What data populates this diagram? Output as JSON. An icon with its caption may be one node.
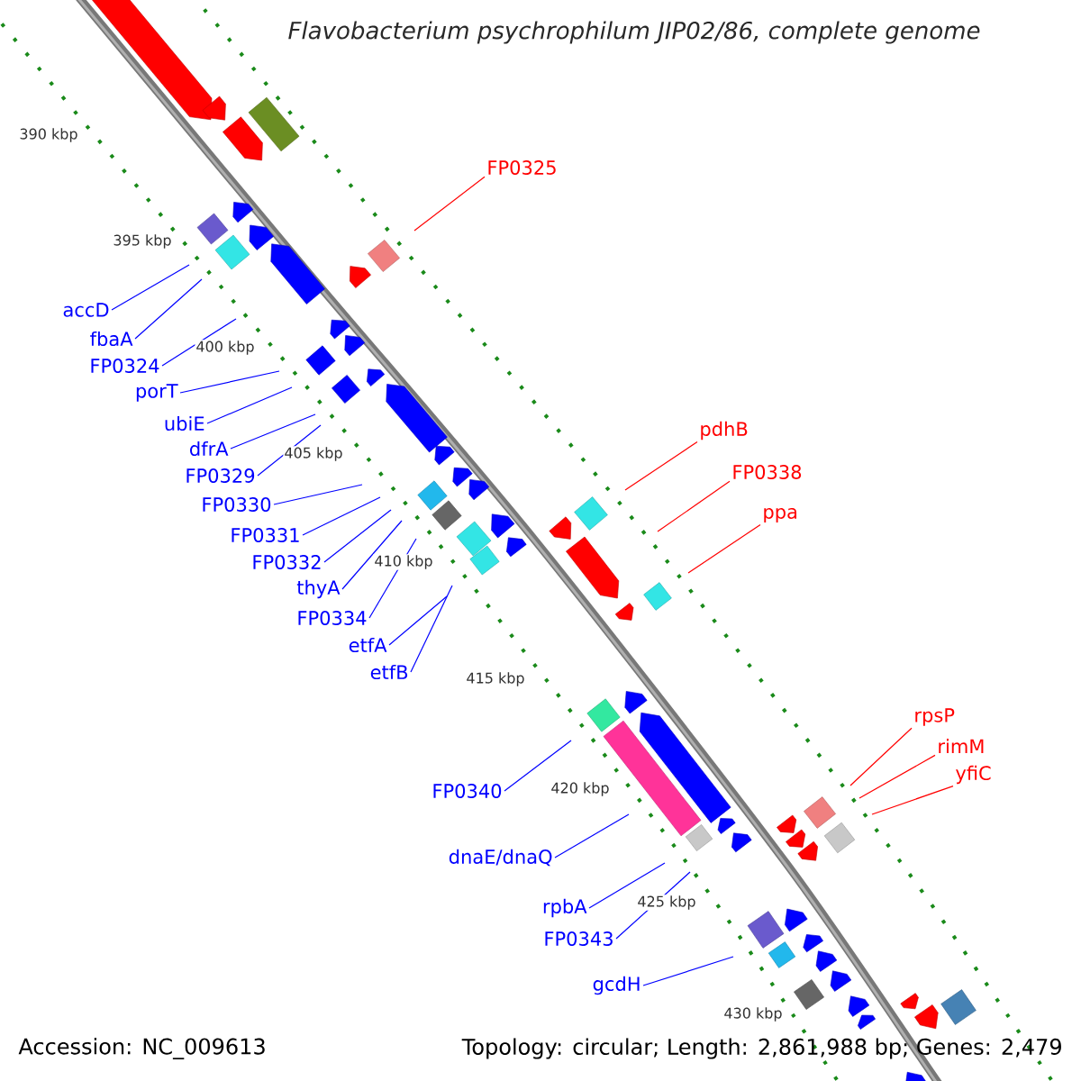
{
  "diagram": {
    "title": "Flavobacterium psychrophilum JIP02/86, complete genome",
    "nodes": [
      {
        "text": [
          "FP0325"
        ]
      },
      {
        "text": [
          "accD"
        ]
      },
      {
        "text": [
          "fbaA"
        ]
      },
      {
        "text": [
          "FP0324"
        ]
      },
      {
        "text": [
          "porT"
        ]
      },
      {
        "text": [
          "ubiE"
        ]
      },
      {
        "text": [
          "pdhB"
        ]
      },
      {
        "text": [
          "dfrA"
        ]
      },
      {
        "text": [
          "FP0329"
        ]
      },
      {
        "text": [
          "FP0338"
        ]
      },
      {
        "text": [
          "FP0330"
        ]
      },
      {
        "text": [
          "ppa"
        ]
      },
      {
        "text": [
          "FP0331"
        ]
      },
      {
        "text": [
          "FP0332"
        ]
      },
      {
        "text": [
          "thyA"
        ]
      },
      {
        "text": [
          "FP0334"
        ]
      },
      {
        "text": [
          "etfA"
        ]
      },
      {
        "text": [
          "etfB"
        ]
      },
      {
        "text": [
          "rpsP"
        ]
      },
      {
        "text": [
          "rimM"
        ]
      },
      {
        "text": [
          "yfiC"
        ]
      },
      {
        "text": [
          "FP0340"
        ]
      },
      {
        "text": [
          "dnaE/dnaQ"
        ]
      },
      {
        "text": [
          "rpbA"
        ]
      },
      {
        "text": [
          "FP0343"
        ]
      },
      {
        "text": [
          "gcdH"
        ]
      }
    ],
    "edges": [
      {
        "from": 0,
        "to": null,
        "arrow": "none",
        "color": "#ff0000"
      },
      {
        "from": 1,
        "to": null,
        "arrow": "none"
      },
      {
        "from": 2,
        "to": null,
        "arrow": "none"
      },
      {
        "from": 3,
        "to": null,
        "arrow": "none"
      },
      {
        "from": 4,
        "to": null,
        "arrow": "none"
      },
      {
        "from": 5,
        "to": null,
        "arrow": "none"
      },
      {
        "from": 6,
        "to": null,
        "arrow": "none",
        "color": "#ff0000"
      },
      {
        "from": 7,
        "to": null,
        "arrow": "none"
      },
      {
        "from": 8,
        "to": null,
        "arrow": "none"
      },
      {
        "from": 9,
        "to": null,
        "arrow": "none",
        "color": "#ff0000"
      },
      {
        "from": 10,
        "to": null,
        "arrow": "none"
      },
      {
        "from": 11,
        "to": null,
        "arrow": "none",
        "color": "#ff0000"
      },
      {
        "from": 12,
        "to": null,
        "arrow": "none"
      },
      {
        "from": 13,
        "to": null,
        "arrow": "none"
      },
      {
        "from": 14,
        "to": null,
        "arrow": "none"
      },
      {
        "from": 15,
        "to": null,
        "arrow": "none"
      },
      {
        "from": 16,
        "to": null,
        "arrow": "none"
      },
      {
        "from": 17,
        "to": null,
        "arrow": "none"
      },
      {
        "from": 18,
        "to": null,
        "arrow": "none",
        "color": "#ff0000"
      },
      {
        "from": 19,
        "to": null,
        "arrow": "none",
        "color": "#ff0000"
      },
      {
        "from": 20,
        "to": null,
        "arrow": "none",
        "color": "#ff0000"
      },
      {
        "from": 21,
        "to": null,
        "arrow": "none"
      },
      {
        "from": 22,
        "to": null,
        "arrow": "none"
      },
      {
        "from": 23,
        "to": null,
        "arrow": "none"
      },
      {
        "from": 24,
        "to": null,
        "arrow": "none"
      },
      {
        "from": 25,
        "to": null,
        "arrow": "none"
      }
    ],
    "labels": [
      "390 kbp",
      "395 kbp",
      "400 kbp",
      "405 kbp",
      "410 kbp",
      "415 kbp",
      "420 kbp",
      "425 kbp",
      "430 kbp",
      "Accession: NC_009613",
      "Topology: circular; Length: 2,861,988 bp; Genes: 2,479"
    ]
  }
}
